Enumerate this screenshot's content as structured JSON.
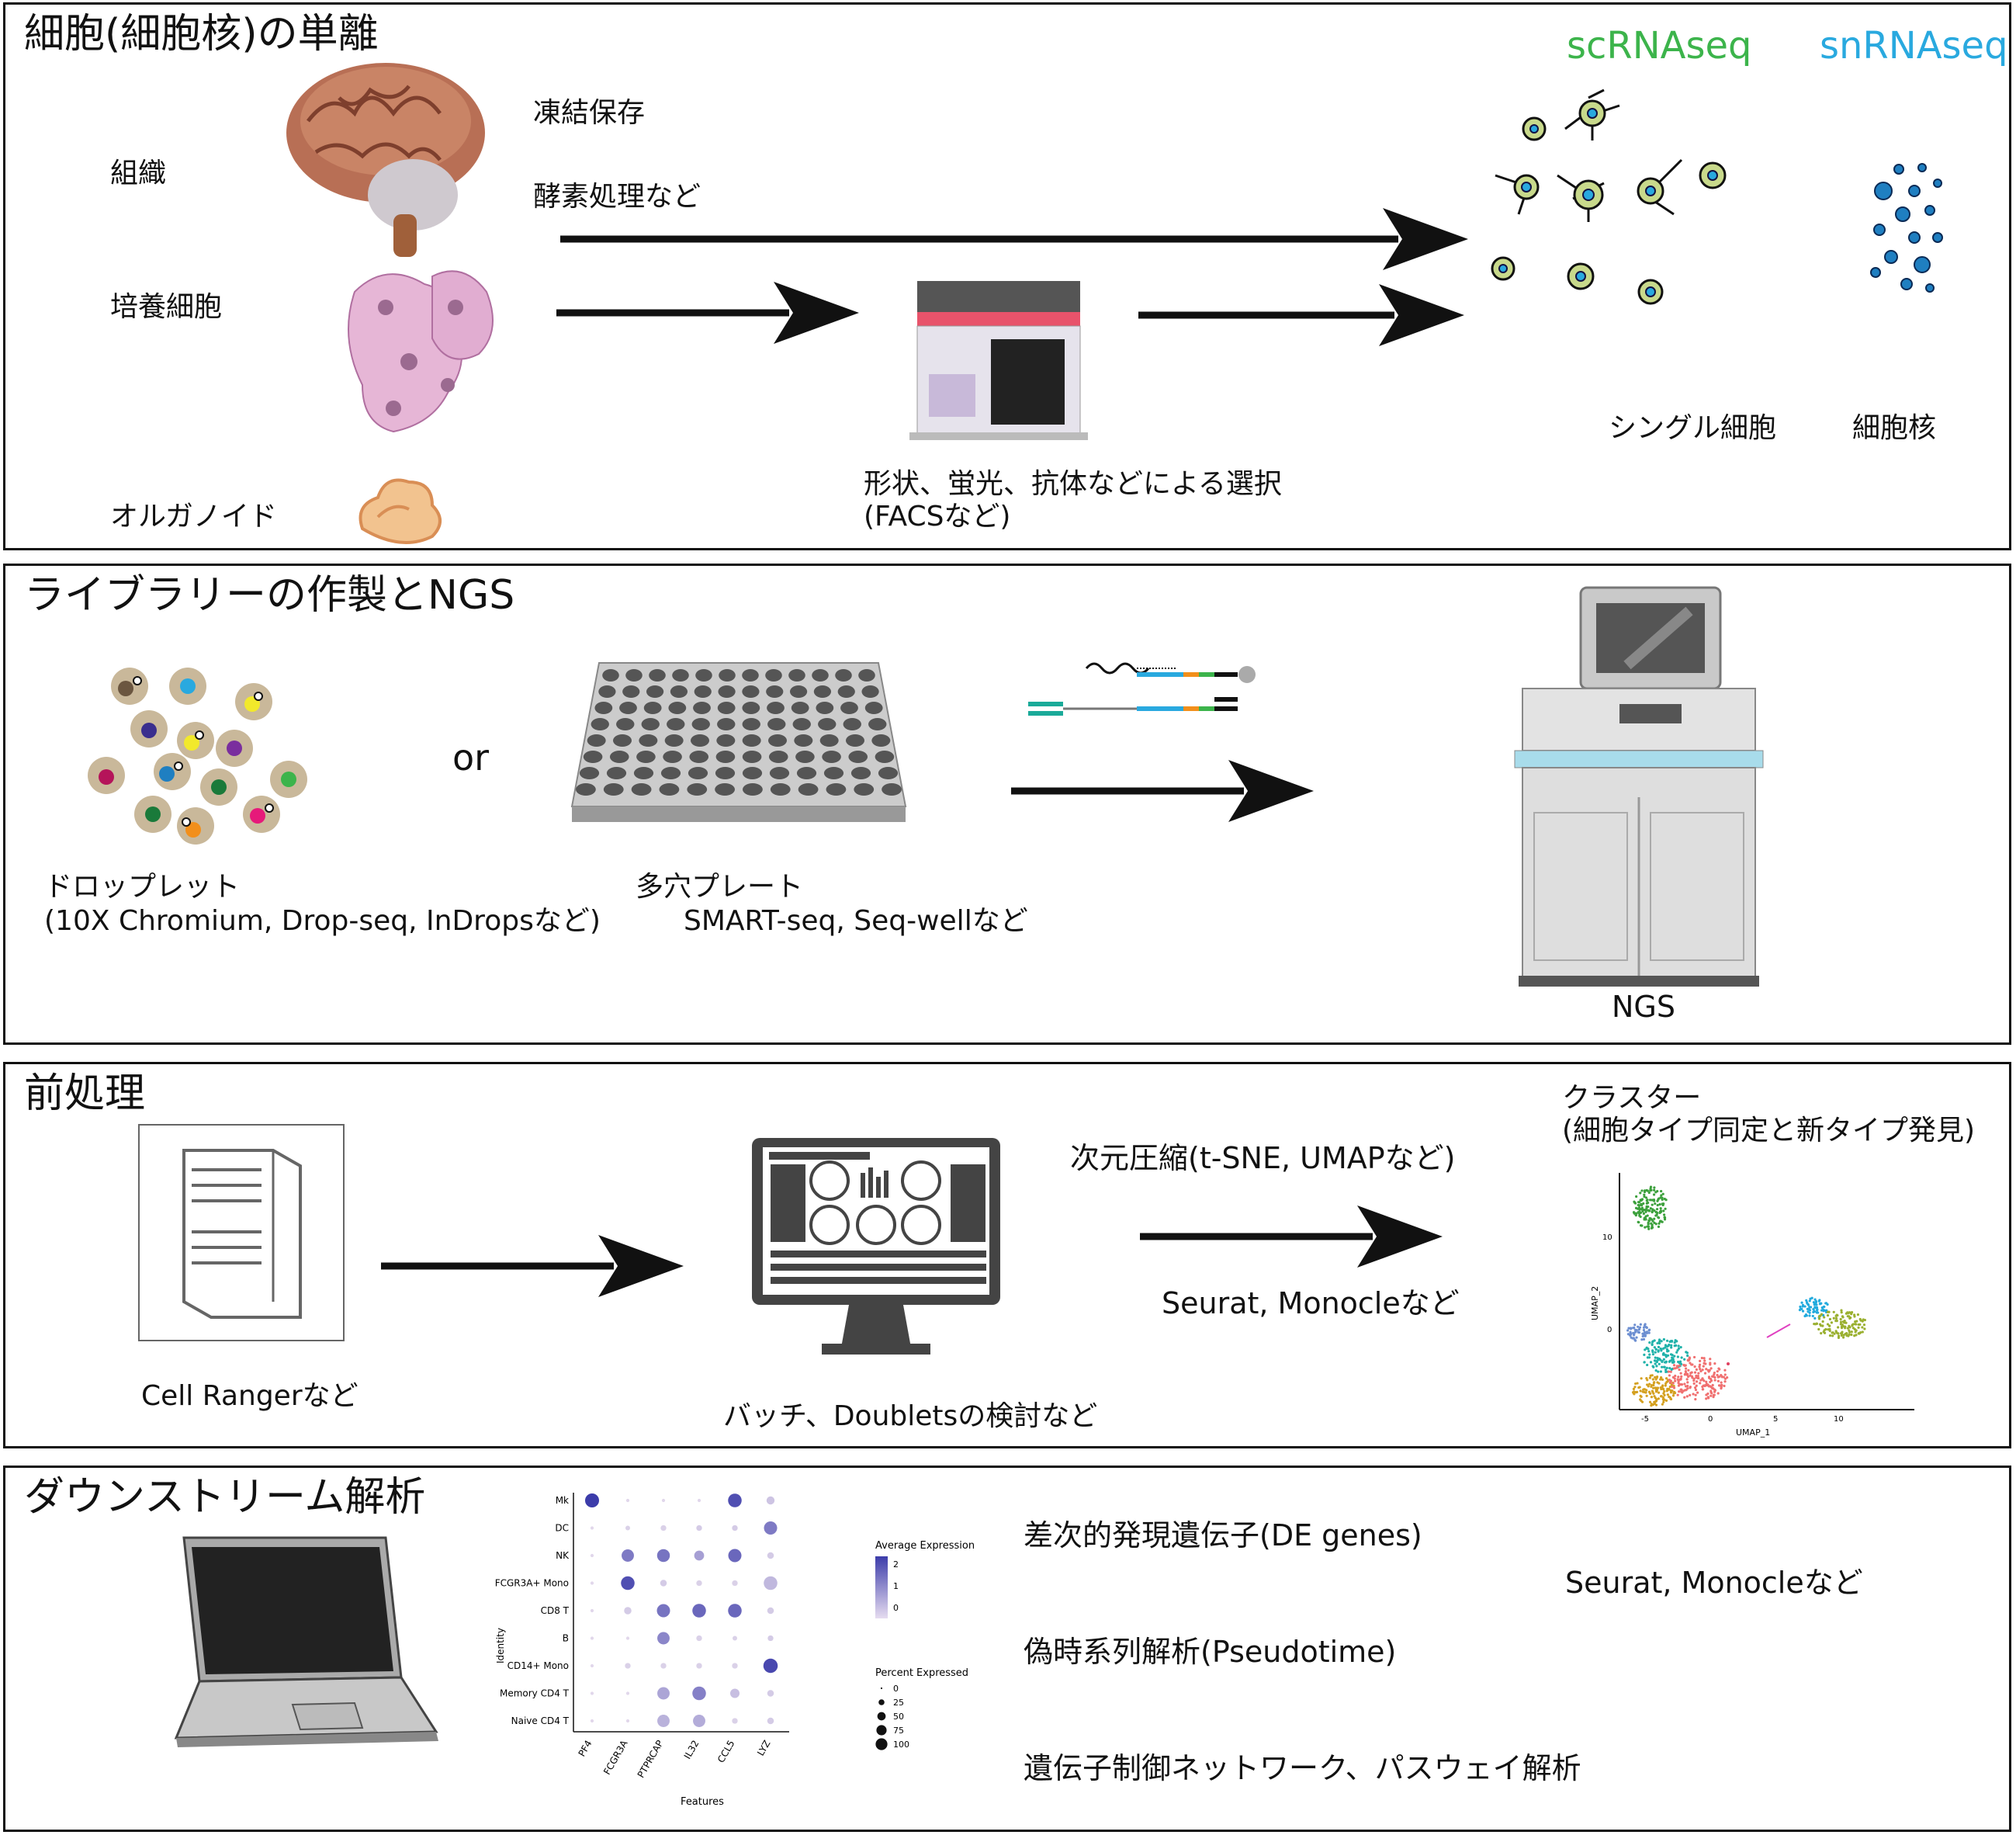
{
  "colors": {
    "scrna": "#3cb44b",
    "snrna": "#29a9df"
  },
  "panel1": {
    "title": "細胞(細胞核)の単離",
    "tissue": "組織",
    "cultured": "培養細胞",
    "organoid": "オルガノイド",
    "frozen": "凍結保存",
    "enzyme": "酵素処理など",
    "facs_line1": "形状、蛍光、抗体などによる選択",
    "facs_line2": "(FACSなど)",
    "scrna": "scRNAseq",
    "snrna": "snRNAseq",
    "single_cell": "シングル細胞",
    "nucleus": "細胞核"
  },
  "panel2": {
    "title": "ライブラリーの作製とNGS",
    "or": "or",
    "droplet_line1": "ドロップレット",
    "droplet_line2": "(10X Chromium, Drop-seq, InDropsなど)",
    "plate_line1": "多穴プレート",
    "plate_line2": "SMART-seq, Seq-wellなど",
    "ngs": "NGS"
  },
  "panel3": {
    "title": "前処理",
    "cellranger": "Cell Rangerなど",
    "batch": "バッチ、Doubletsの検討など",
    "dimred": "次元圧縮(t-SNE, UMAPなど)",
    "seurat": "Seurat, Monocleなど",
    "cluster_line1": "クラスター",
    "cluster_line2": "(細胞タイプ同定と新タイプ発見)",
    "umap": {
      "xlabel": "UMAP_1",
      "ylabel": "UMAP_2",
      "xticks": [
        "-5",
        "0",
        "5",
        "10"
      ],
      "yticks": [
        "10",
        "0"
      ]
    }
  },
  "panel4": {
    "title": "ダウンストリーム解析",
    "de": "差次的発現遺伝子(DE genes)",
    "pseudo": "偽時系列解析(Pseudotime)",
    "grn": "遺伝子制御ネットワーク、パスウェイ解析",
    "seurat": "Seurat, Monocleなど"
  },
  "chart_data": {
    "type": "scatter",
    "subtype": "dotplot",
    "xlabel": "Features",
    "ylabel": "Identity",
    "features": [
      "PF4",
      "FCGR3A",
      "PTPRCAP",
      "IL32",
      "CCL5",
      "LYZ"
    ],
    "identities": [
      "Mk",
      "DC",
      "NK",
      "FCGR3A+ Mono",
      "CD8 T",
      "B",
      "CD14+ Mono",
      "Memory CD4 T",
      "Naive CD4 T"
    ],
    "legend_expression_title": "Average Expression",
    "legend_expression_ticks": [
      "2",
      "1",
      "0"
    ],
    "legend_percent_title": "Percent Expressed",
    "legend_percent_values": [
      "0",
      "25",
      "50",
      "75",
      "100"
    ],
    "points": [
      {
        "identity": "Mk",
        "feature": "PF4",
        "pct": 90,
        "expr": 2.5
      },
      {
        "identity": "Mk",
        "feature": "CCL5",
        "pct": 85,
        "expr": 2.2
      },
      {
        "identity": "Mk",
        "feature": "LYZ",
        "pct": 30,
        "expr": 0.3
      },
      {
        "identity": "Mk",
        "feature": "FCGR3A",
        "pct": 5,
        "expr": 0
      },
      {
        "identity": "Mk",
        "feature": "PTPRCAP",
        "pct": 5,
        "expr": 0
      },
      {
        "identity": "Mk",
        "feature": "IL32",
        "pct": 5,
        "expr": 0
      },
      {
        "identity": "DC",
        "feature": "PF4",
        "pct": 5,
        "expr": 0
      },
      {
        "identity": "DC",
        "feature": "FCGR3A",
        "pct": 10,
        "expr": 0.1
      },
      {
        "identity": "DC",
        "feature": "PTPRCAP",
        "pct": 15,
        "expr": 0.1
      },
      {
        "identity": "DC",
        "feature": "IL32",
        "pct": 15,
        "expr": 0.2
      },
      {
        "identity": "DC",
        "feature": "CCL5",
        "pct": 15,
        "expr": 0.2
      },
      {
        "identity": "DC",
        "feature": "LYZ",
        "pct": 80,
        "expr": 1.5
      },
      {
        "identity": "NK",
        "feature": "PF4",
        "pct": 5,
        "expr": 0
      },
      {
        "identity": "NK",
        "feature": "FCGR3A",
        "pct": 70,
        "expr": 1.5
      },
      {
        "identity": "NK",
        "feature": "PTPRCAP",
        "pct": 75,
        "expr": 1.6
      },
      {
        "identity": "NK",
        "feature": "IL32",
        "pct": 45,
        "expr": 0.9
      },
      {
        "identity": "NK",
        "feature": "CCL5",
        "pct": 80,
        "expr": 1.8
      },
      {
        "identity": "NK",
        "feature": "LYZ",
        "pct": 20,
        "expr": 0.2
      },
      {
        "identity": "FCGR3A+ Mono",
        "feature": "PF4",
        "pct": 5,
        "expr": 0
      },
      {
        "identity": "FCGR3A+ Mono",
        "feature": "FCGR3A",
        "pct": 85,
        "expr": 2.2
      },
      {
        "identity": "FCGR3A+ Mono",
        "feature": "PTPRCAP",
        "pct": 20,
        "expr": 0.2
      },
      {
        "identity": "FCGR3A+ Mono",
        "feature": "IL32",
        "pct": 15,
        "expr": 0.1
      },
      {
        "identity": "FCGR3A+ Mono",
        "feature": "CCL5",
        "pct": 15,
        "expr": 0.1
      },
      {
        "identity": "FCGR3A+ Mono",
        "feature": "LYZ",
        "pct": 85,
        "expr": 0.5
      },
      {
        "identity": "CD8 T",
        "feature": "PF4",
        "pct": 5,
        "expr": 0
      },
      {
        "identity": "CD8 T",
        "feature": "FCGR3A",
        "pct": 25,
        "expr": 0.2
      },
      {
        "identity": "CD8 T",
        "feature": "PTPRCAP",
        "pct": 80,
        "expr": 1.6
      },
      {
        "identity": "CD8 T",
        "feature": "IL32",
        "pct": 85,
        "expr": 1.8
      },
      {
        "identity": "CD8 T",
        "feature": "CCL5",
        "pct": 85,
        "expr": 1.8
      },
      {
        "identity": "CD8 T",
        "feature": "LYZ",
        "pct": 20,
        "expr": 0.2
      },
      {
        "identity": "B",
        "feature": "PF4",
        "pct": 5,
        "expr": 0
      },
      {
        "identity": "B",
        "feature": "FCGR3A",
        "pct": 5,
        "expr": 0
      },
      {
        "identity": "B",
        "feature": "PTPRCAP",
        "pct": 70,
        "expr": 1.3
      },
      {
        "identity": "B",
        "feature": "IL32",
        "pct": 15,
        "expr": 0.1
      },
      {
        "identity": "B",
        "feature": "CCL5",
        "pct": 10,
        "expr": 0.1
      },
      {
        "identity": "B",
        "feature": "LYZ",
        "pct": 15,
        "expr": 0.2
      },
      {
        "identity": "CD14+ Mono",
        "feature": "PF4",
        "pct": 5,
        "expr": 0
      },
      {
        "identity": "CD14+ Mono",
        "feature": "FCGR3A",
        "pct": 15,
        "expr": 0.1
      },
      {
        "identity": "CD14+ Mono",
        "feature": "PTPRCAP",
        "pct": 15,
        "expr": 0.1
      },
      {
        "identity": "CD14+ Mono",
        "feature": "IL32",
        "pct": 15,
        "expr": 0.1
      },
      {
        "identity": "CD14+ Mono",
        "feature": "CCL5",
        "pct": 15,
        "expr": 0.1
      },
      {
        "identity": "CD14+ Mono",
        "feature": "LYZ",
        "pct": 95,
        "expr": 2.3
      },
      {
        "identity": "Memory CD4 T",
        "feature": "PF4",
        "pct": 5,
        "expr": 0
      },
      {
        "identity": "Memory CD4 T",
        "feature": "FCGR3A",
        "pct": 5,
        "expr": 0
      },
      {
        "identity": "Memory CD4 T",
        "feature": "PTPRCAP",
        "pct": 70,
        "expr": 0.8
      },
      {
        "identity": "Memory CD4 T",
        "feature": "IL32",
        "pct": 85,
        "expr": 1.4
      },
      {
        "identity": "Memory CD4 T",
        "feature": "CCL5",
        "pct": 40,
        "expr": 0.4
      },
      {
        "identity": "Memory CD4 T",
        "feature": "LYZ",
        "pct": 20,
        "expr": 0.2
      },
      {
        "identity": "Naive CD4 T",
        "feature": "PF4",
        "pct": 5,
        "expr": 0
      },
      {
        "identity": "Naive CD4 T",
        "feature": "FCGR3A",
        "pct": 5,
        "expr": 0
      },
      {
        "identity": "Naive CD4 T",
        "feature": "PTPRCAP",
        "pct": 70,
        "expr": 0.6
      },
      {
        "identity": "Naive CD4 T",
        "feature": "IL32",
        "pct": 70,
        "expr": 0.7
      },
      {
        "identity": "Naive CD4 T",
        "feature": "CCL5",
        "pct": 15,
        "expr": 0.1
      },
      {
        "identity": "Naive CD4 T",
        "feature": "LYZ",
        "pct": 20,
        "expr": 0.2
      }
    ]
  }
}
